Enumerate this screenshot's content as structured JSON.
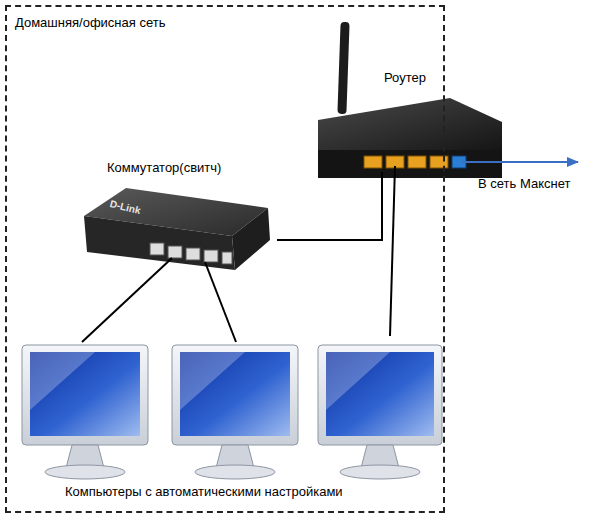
{
  "diagram": {
    "nodes": [
      {
        "text": [
          "Домашняя/офисная сеть"
        ]
      },
      {
        "text": [
          "Роутер"
        ],
        "in": 0
      },
      {
        "text": [
          "Коммутатор(свитч)"
        ],
        "in": 0
      }
    ],
    "edges": [
      {
        "from": 2,
        "to": 1,
        "arrow": "none"
      }
    ],
    "labels": [
      "В сеть Макснет",
      "D-Link",
      "Компьютеры с автоматическими настройками"
    ]
  }
}
